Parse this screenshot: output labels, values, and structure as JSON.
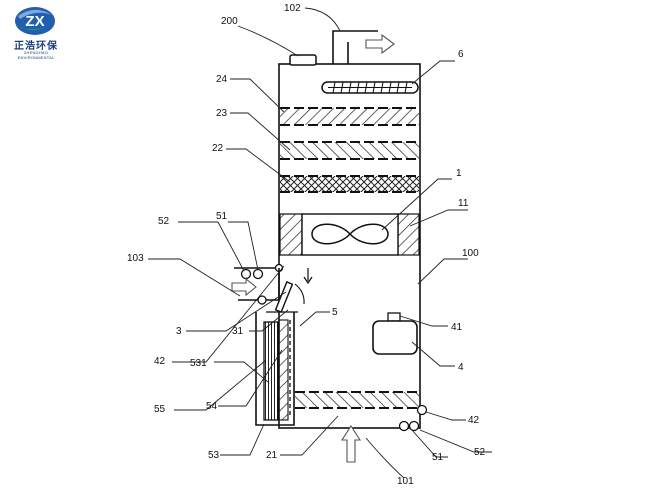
{
  "logo": {
    "mark_text": "ZX",
    "name_cn": "正浩环保",
    "name_en": "ZHENGHAO ENVIRONMENTAL",
    "colors": {
      "blue": "#1f5fb0",
      "green": "#3fae3a",
      "white": "#ffffff"
    }
  },
  "labels": {
    "l200": "200",
    "l102": "102",
    "l6": "6",
    "l24": "24",
    "l23": "23",
    "l22": "22",
    "l1": "1",
    "l11": "11",
    "l52_top": "52",
    "l51_top": "51",
    "l103": "103",
    "l100": "100",
    "l3": "3",
    "l31": "31",
    "l5": "5",
    "l41": "41",
    "l42_left": "42",
    "l531": "531",
    "l4": "4",
    "l55": "55",
    "l54": "54",
    "l42_right": "42",
    "l53": "53",
    "l21": "21",
    "l52_bottom": "52",
    "l51_bottom": "51",
    "l101": "101"
  }
}
